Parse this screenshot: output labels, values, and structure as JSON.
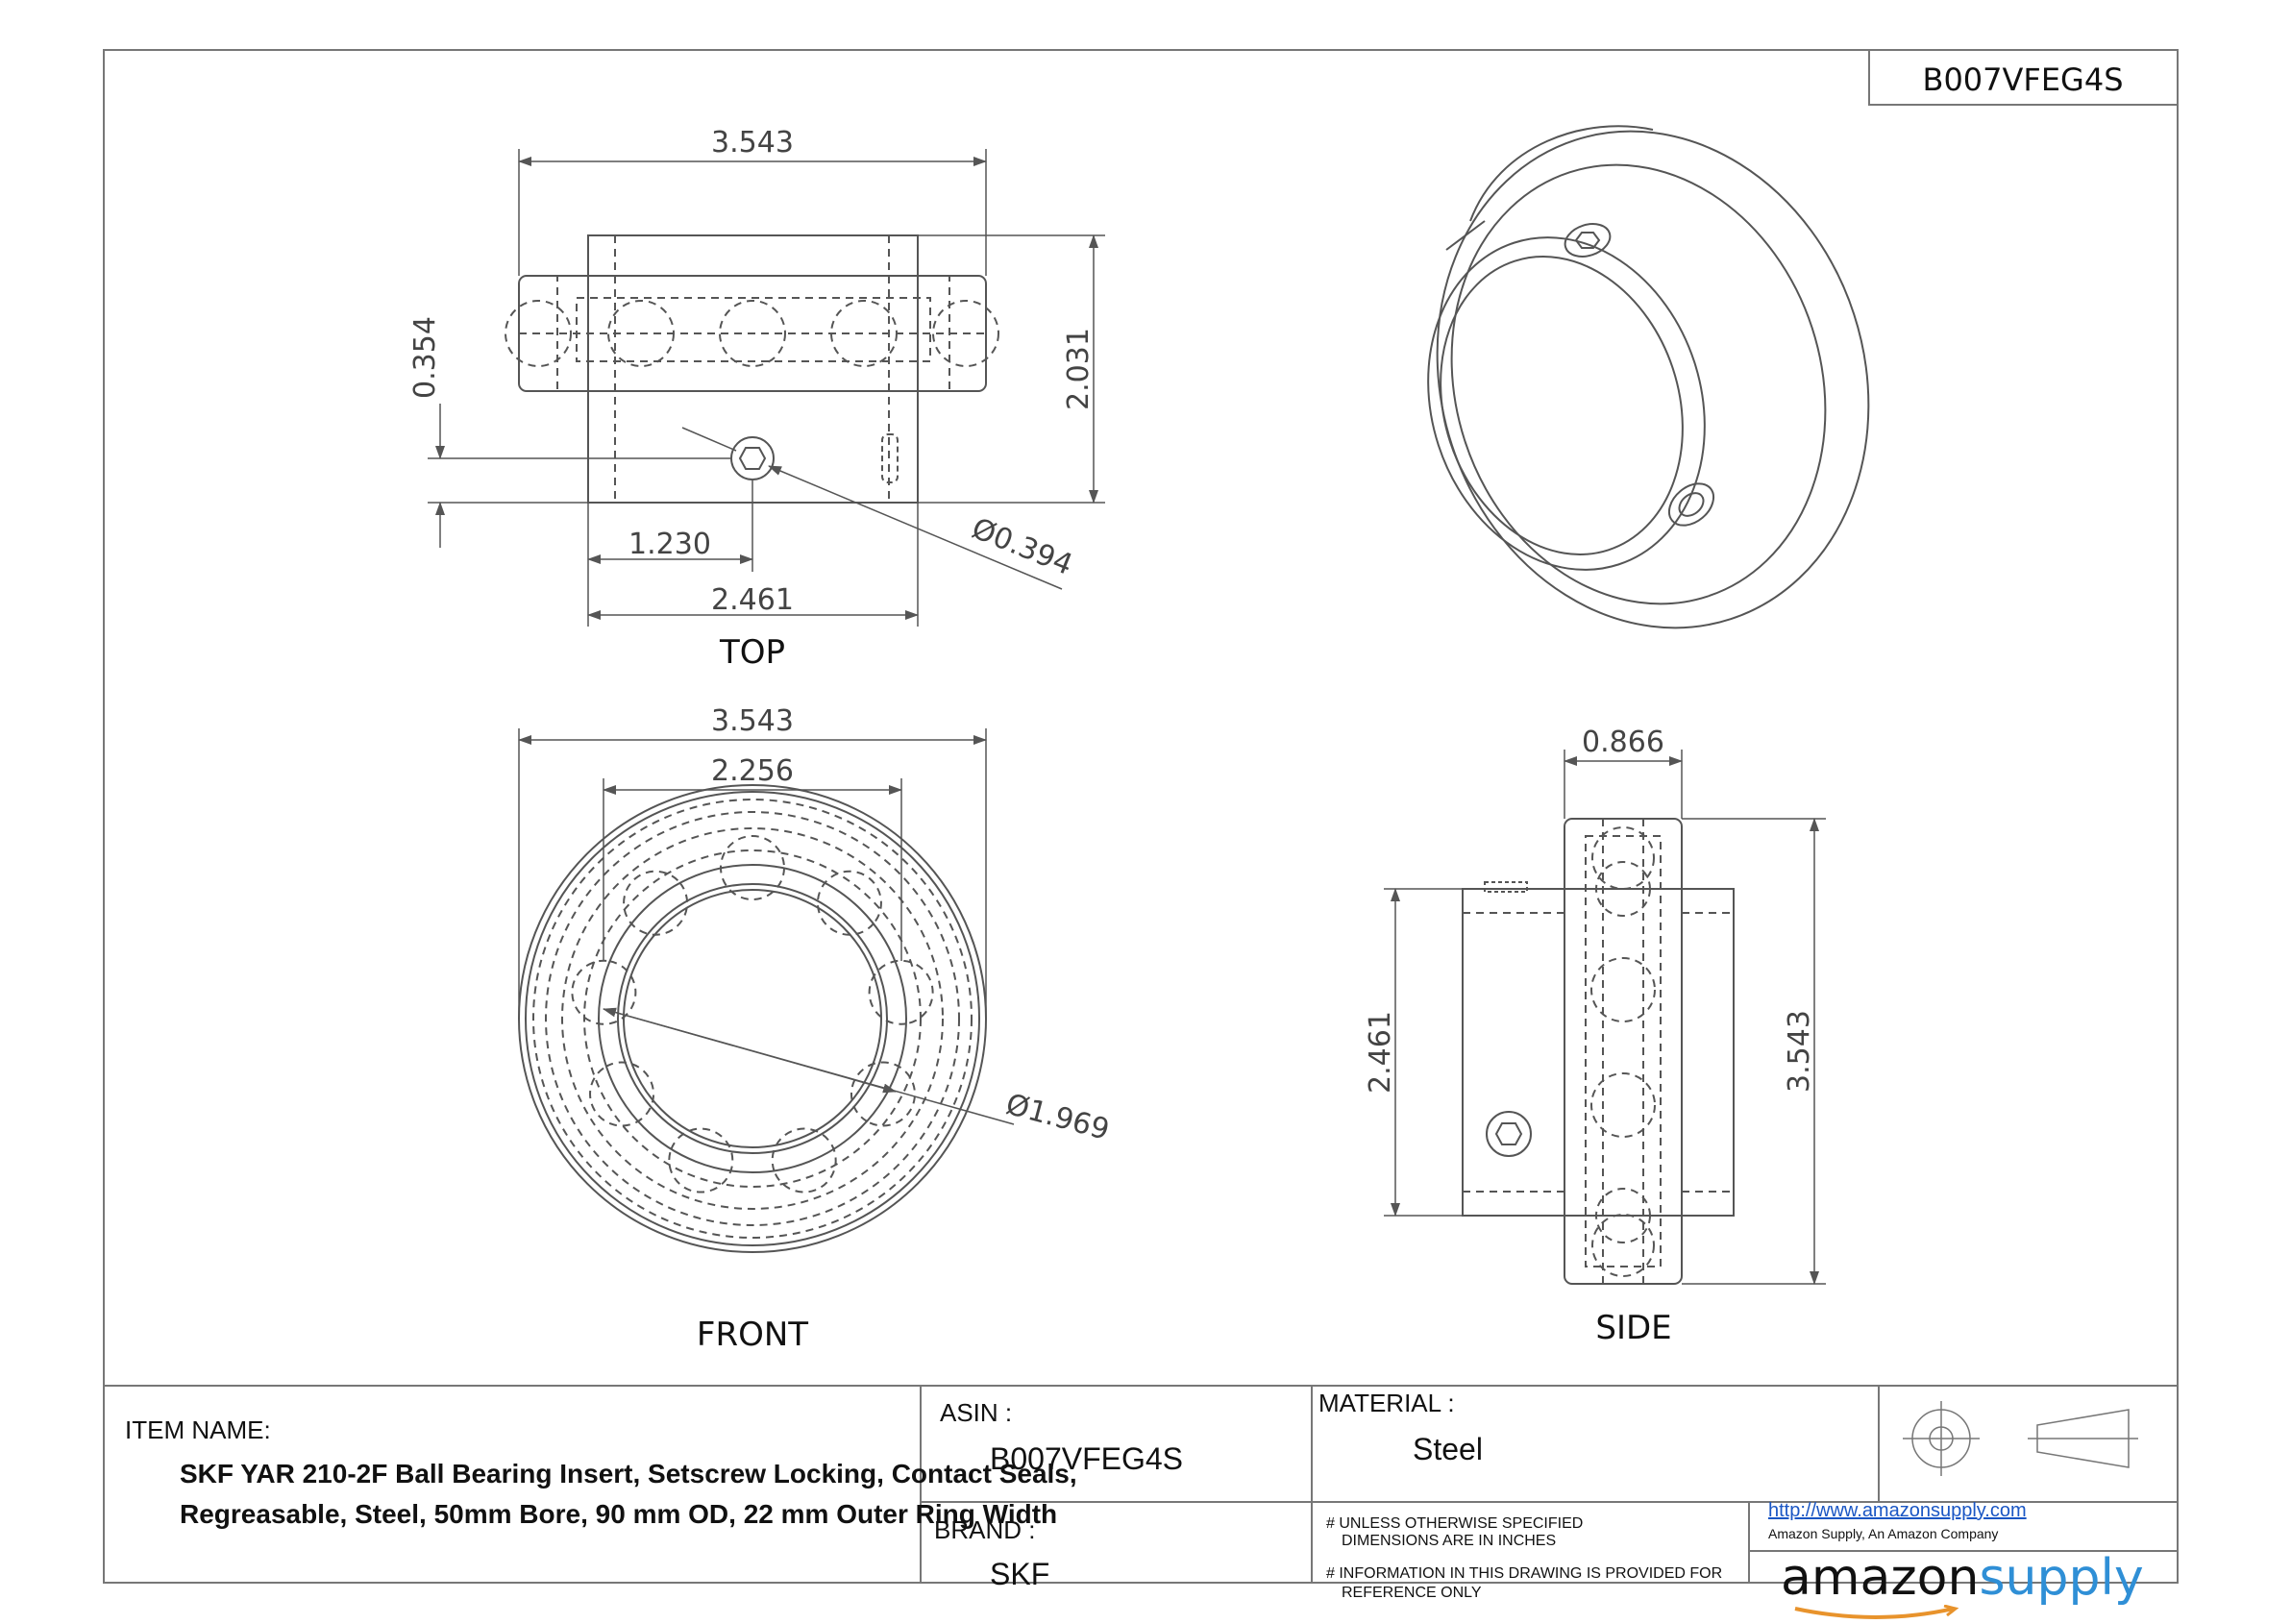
{
  "asin_tag": "B007VFEG4S",
  "views": {
    "top": {
      "label": "TOP",
      "dims": {
        "width": "3.543",
        "height": "2.031",
        "offset": "0.354",
        "hole_x": "1.230",
        "body": "2.461",
        "hole_dia": "Ø0.394"
      }
    },
    "front": {
      "label": "FRONT",
      "dims": {
        "od": "3.543",
        "inner": "2.256",
        "bore": "Ø1.969"
      }
    },
    "side": {
      "label": "SIDE",
      "dims": {
        "ring_width": "0.866",
        "body_len": "2.461",
        "od": "3.543"
      }
    }
  },
  "title_block": {
    "item_name_label": "ITEM NAME:",
    "item_name_line1": "SKF YAR 210-2F Ball Bearing Insert, Setscrew Locking, Contact Seals,",
    "item_name_line2": "Regreasable, Steel, 50mm Bore, 90 mm OD, 22 mm Outer Ring Width",
    "asin_label": "ASIN :",
    "asin_value": "B007VFEG4S",
    "brand_label": "BRAND :",
    "brand_value": "SKF",
    "material_label": "MATERIAL :",
    "material_value": "Steel",
    "note1_line1": "# UNLESS OTHERWISE SPECIFIED",
    "note1_line2": "DIMENSIONS ARE IN INCHES",
    "note2_line1": "# INFORMATION IN THIS DRAWING IS PROVIDED FOR",
    "note2_line2": "REFERENCE ONLY",
    "url": "http://www.amazonsupply.com",
    "company": "Amazon Supply, An Amazon Company",
    "logo_part1": "amazon",
    "logo_part2": "supply"
  },
  "colors": {
    "line": "#555555",
    "logo_blue": "#2f8fd6",
    "url_blue": "#1a56c4"
  }
}
